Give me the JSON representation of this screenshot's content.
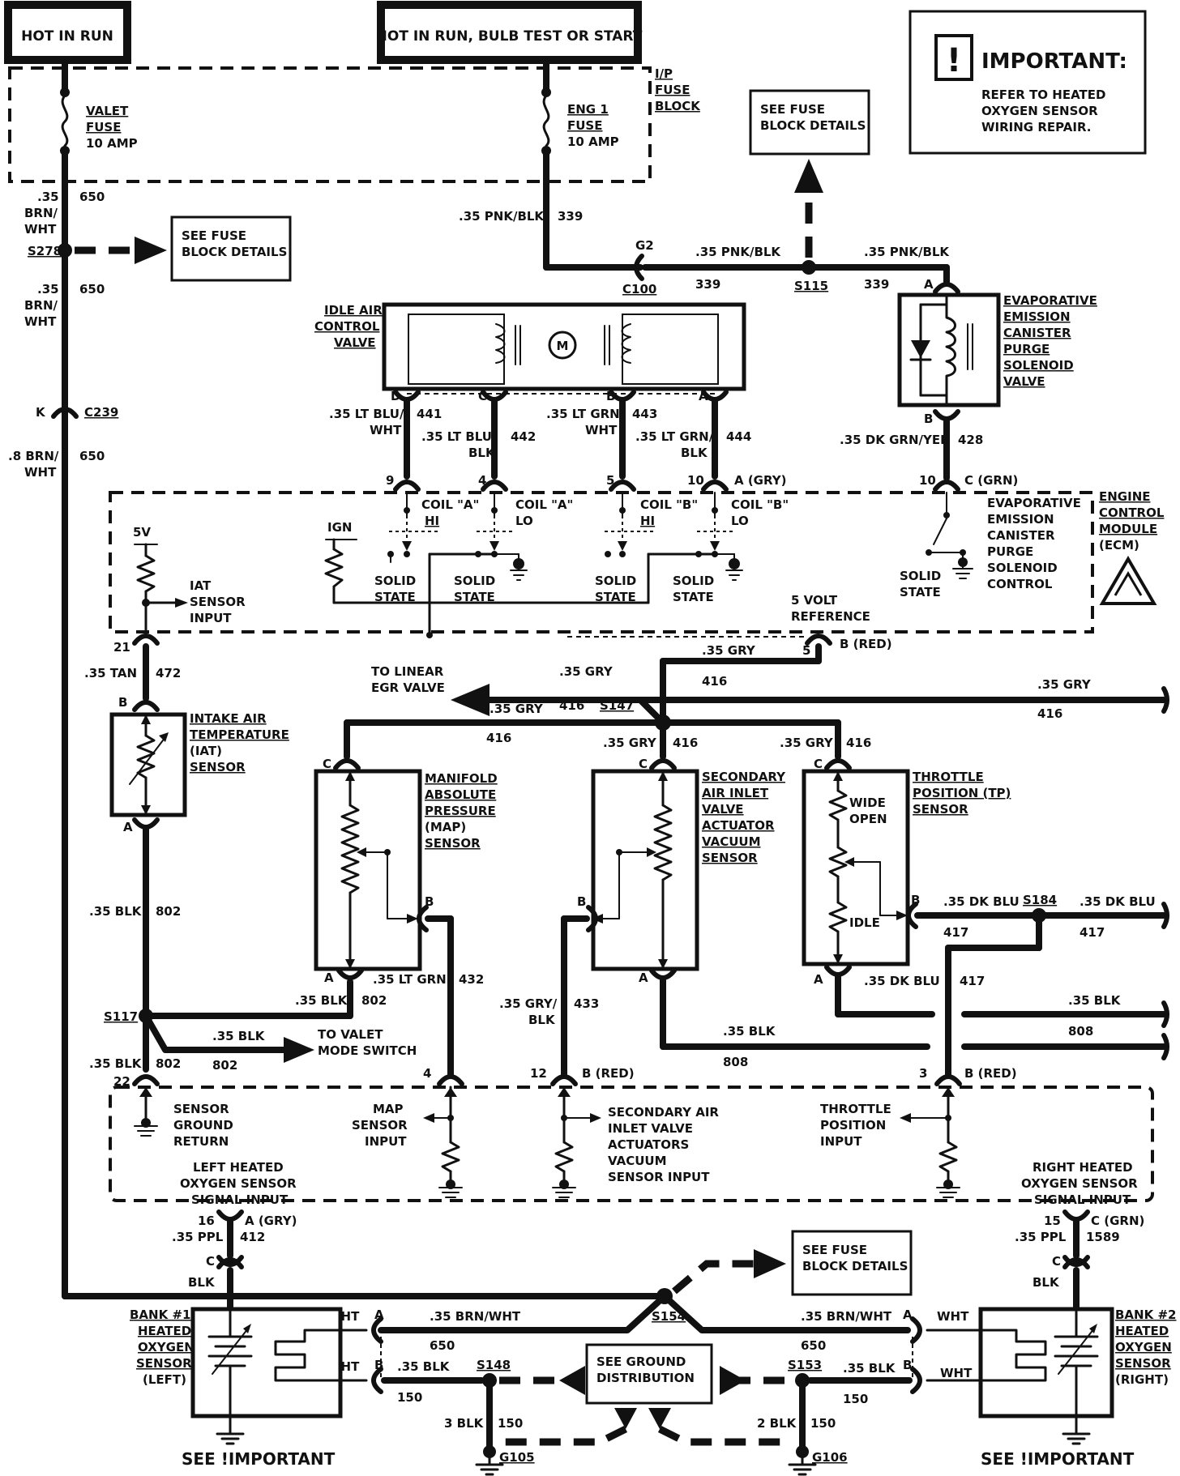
{
  "power": {
    "hot_in_run": "HOT IN RUN",
    "hot_in_run_bulb": "HOT IN RUN, BULB TEST OR START"
  },
  "important": {
    "title": "IMPORTANT:",
    "line1": "REFER TO HEATED",
    "line2": "OXYGEN SENSOR",
    "line3": "WIRING REPAIR."
  },
  "fuse_block": {
    "label1": "I/P",
    "label2": "FUSE",
    "label3": "BLOCK",
    "valet": [
      "VALET",
      "FUSE",
      "10 AMP"
    ],
    "eng1": [
      "ENG 1",
      "FUSE",
      "10 AMP"
    ]
  },
  "see_fuse": [
    "SEE FUSE",
    "BLOCK DETAILS"
  ],
  "see_ground": [
    "SEE GROUND",
    "DISTRIBUTION"
  ],
  "see_important": "SEE !IMPORTANT",
  "splices": {
    "s278": "S278",
    "s115": "S115",
    "s147": "S147",
    "s117": "S117",
    "s184": "S184",
    "s154": "S154",
    "s148": "S148",
    "s153": "S153"
  },
  "connectors": {
    "g2": "G2",
    "c100": "C100",
    "c239": "C239",
    "k": "K"
  },
  "grounds": {
    "g105": "G105",
    "g106": "G106"
  },
  "wires": {
    "brn_wht_35": ".35",
    "brn_wht_a": "BRN/",
    "brn_wht_b": "WHT",
    "c650": "650",
    "brn_wht_8": ".8 BRN/",
    "pnk_blk": ".35 PNK/BLK",
    "c339": "339",
    "lt_blu_wht": ".35 LT BLU/",
    "c441": "441",
    "lt_blu_blk": ".35 LT BLU/",
    "blk": "BLK",
    "wht": "WHT",
    "c442": "442",
    "lt_grn_wht": ".35 LT GRN/",
    "c443": "443",
    "lt_grn_blk": ".35 LT GRN/",
    "c444": "444",
    "dk_grn_yel": ".35 DK GRN/YEL",
    "c428": "428",
    "tan": ".35 TAN",
    "c472": "472",
    "gry": ".35 GRY",
    "c416": "416",
    "blk35": ".35 BLK",
    "c802": "802",
    "lt_grn": ".35 LT GRN",
    "c432": "432",
    "gry_blk": ".35 GRY/",
    "c433": "433",
    "dk_blu": ".35 DK BLU",
    "c417": "417",
    "c808": "808",
    "ppl": ".35 PPL",
    "c412": "412",
    "c1589": "1589",
    "brn_wht_full": ".35 BRN/WHT",
    "c150": "150",
    "blk3": "3 BLK",
    "blk2": "2 BLK"
  },
  "pins": {
    "a": "A",
    "b": "B",
    "c": "C",
    "d": "D",
    "p9": "9",
    "p4": "4",
    "p5": "5",
    "p10": "10",
    "a_gry": "A (GRY)",
    "c_grn": "C (GRN)",
    "b_red": "B (RED)",
    "p21": "21",
    "p22": "22",
    "p12": "12",
    "p3": "3",
    "p16": "16",
    "p15": "15"
  },
  "iac": [
    "IDLE AIR",
    "CONTROL",
    "VALVE"
  ],
  "evap_valve": [
    "EVAPORATIVE",
    "EMISSION",
    "CANISTER",
    "PURGE",
    "SOLENOID",
    "VALVE"
  ],
  "ecm": [
    "ENGINE",
    "CONTROL",
    "MODULE",
    "(ECM)"
  ],
  "ecm_inner": {
    "v5": "5V",
    "iat_in": [
      "IAT",
      "SENSOR",
      "INPUT"
    ],
    "ign": "IGN",
    "coil_a_hi": [
      "COIL \"A\"",
      "HI"
    ],
    "coil_a_lo": [
      "COIL \"A\"",
      "LO"
    ],
    "coil_b_hi": [
      "COIL \"B\"",
      "HI"
    ],
    "coil_b_lo": [
      "COIL \"B\"",
      "LO"
    ],
    "solid": [
      "SOLID",
      "STATE"
    ],
    "five_volt": [
      "5 VOLT",
      "REFERENCE"
    ],
    "evap_ctrl": [
      "EVAPORATIVE",
      "EMISSION",
      "CANISTER",
      "PURGE",
      "SOLENOID",
      "CONTROL"
    ]
  },
  "iat": [
    "INTAKE AIR",
    "TEMPERATURE",
    "(IAT)",
    "SENSOR"
  ],
  "to_egr": [
    "TO LINEAR",
    "EGR VALVE"
  ],
  "map": [
    "MANIFOLD",
    "ABSOLUTE",
    "PRESSURE",
    "(MAP)",
    "SENSOR"
  ],
  "sec_air": [
    "SECONDARY",
    "AIR INLET",
    "VALVE",
    "ACTUATOR",
    "VACUUM",
    "SENSOR"
  ],
  "tp": [
    "THROTTLE",
    "POSITION (TP)",
    "SENSOR"
  ],
  "tp_inner": {
    "wide": [
      "WIDE",
      "OPEN"
    ],
    "idle": "IDLE"
  },
  "to_valet": [
    "TO VALET",
    "MODE SWITCH"
  ],
  "ecm_lower": {
    "sensor_gnd": [
      "SENSOR",
      "GROUND",
      "RETURN"
    ],
    "map_in": [
      "MAP",
      "SENSOR",
      "INPUT"
    ],
    "sec_in": [
      "SECONDARY AIR",
      "INLET VALVE",
      "ACTUATORS",
      "VACUUM",
      "SENSOR INPUT"
    ],
    "tp_in": [
      "THROTTLE",
      "POSITION",
      "INPUT"
    ],
    "left_ho2s": [
      "LEFT HEATED",
      "OXYGEN SENSOR",
      "SIGNAL INPUT"
    ],
    "right_ho2s": [
      "RIGHT HEATED",
      "OXYGEN SENSOR",
      "SIGNAL INPUT"
    ]
  },
  "bank1": [
    "BANK #1",
    "HEATED",
    "OXYGEN",
    "SENSOR",
    "(LEFT)"
  ],
  "bank2": [
    "BANK #2",
    "HEATED",
    "OXYGEN",
    "SENSOR",
    "(RIGHT)"
  ]
}
